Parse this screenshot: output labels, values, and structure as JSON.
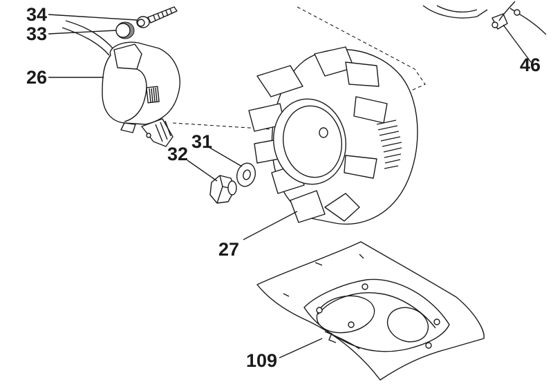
{
  "diagram": {
    "type": "exploded-parts-view",
    "callouts": [
      {
        "id": "34",
        "text": "34"
      },
      {
        "id": "33",
        "text": "33"
      },
      {
        "id": "26",
        "text": "26"
      },
      {
        "id": "31",
        "text": "31"
      },
      {
        "id": "32",
        "text": "32"
      },
      {
        "id": "27",
        "text": "27"
      },
      {
        "id": "46",
        "text": "46"
      },
      {
        "id": "109",
        "text": "109"
      }
    ]
  }
}
